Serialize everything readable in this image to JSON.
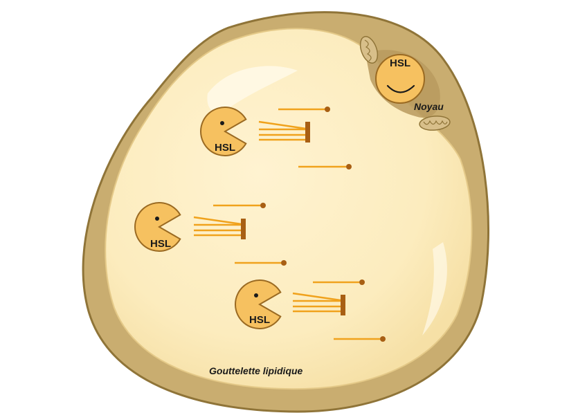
{
  "labels": {
    "nucleus": "Noyau",
    "droplet": "Gouttelette lipidique",
    "enzyme_in_nucleus": "HSL",
    "enzymes": [
      "HSL",
      "HSL",
      "HSL"
    ]
  },
  "colors": {
    "cell_membrane": "#8f7438",
    "cytoplasm": "#c9ad70",
    "lipid_droplet": "#fcecbe",
    "droplet_highlight": "#fff8e2",
    "enzyme_fill": "#f6c160",
    "enzyme_outline": "#9a6a22",
    "fatty_acid": "#f0a21c",
    "glycerol": "#a85f14",
    "mitochondrion": "#d8bf8a"
  },
  "icons": {
    "enzyme_shape": "pacman-icon",
    "nucleus_enzyme_face": "smiley-face-icon"
  }
}
